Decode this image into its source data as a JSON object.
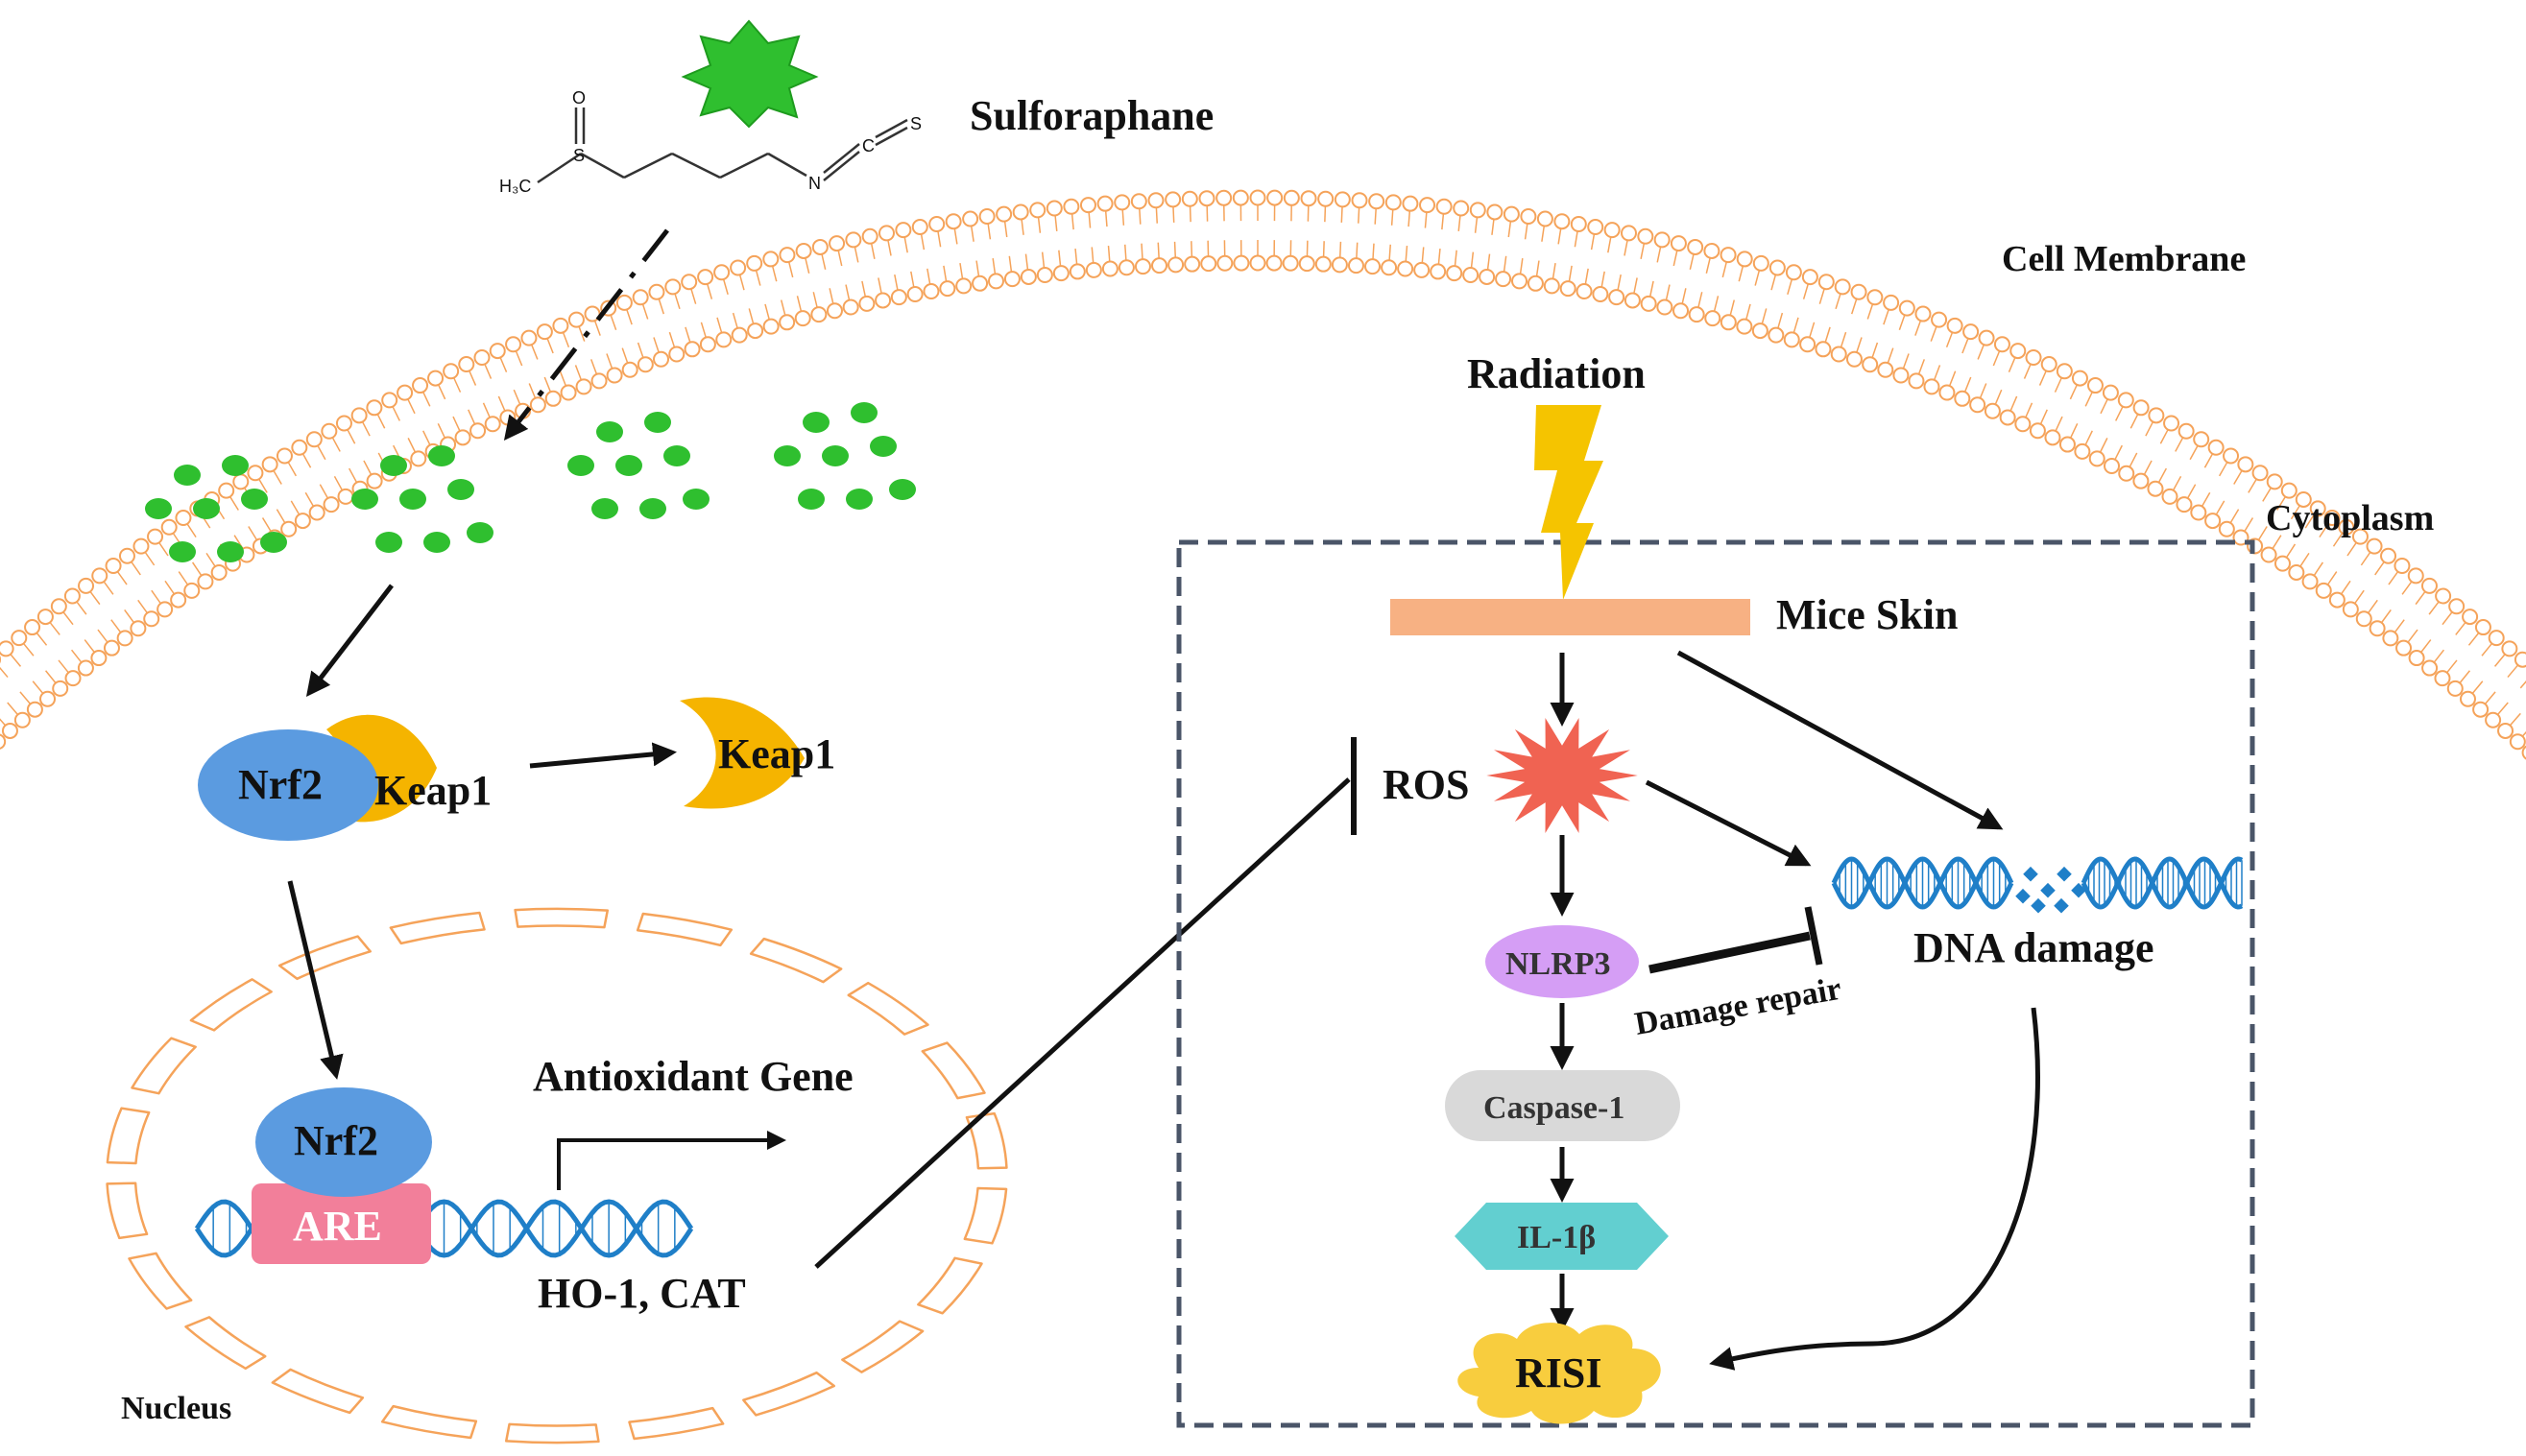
{
  "labels": {
    "sulforaphane": "Sulforaphane",
    "cell_membrane": "Cell Membrane",
    "cytoplasm": "Cytoplasm",
    "radiation": "Radiation",
    "mice_skin": "Mice Skin",
    "nrf2": "Nrf2",
    "keap1": "Keap1",
    "keap1_free": "Keap1",
    "nrf2_nucleus": "Nrf2",
    "are": "ARE",
    "antioxidant_gene": "Antioxidant Gene",
    "ho1_cat": "HO-1, CAT",
    "nucleus": "Nucleus",
    "ros": "ROS",
    "nlrp3": "NLRP3",
    "damage_repair": "Damage repair",
    "dna_damage": "DNA damage",
    "caspase1": "Caspase-1",
    "il1b": "IL-1β",
    "risi": "RISI"
  },
  "molecule": {
    "o": "O",
    "s": "S",
    "h3c": "H₃C",
    "n": "N",
    "c": "C",
    "s2": "S"
  },
  "colors": {
    "green": "#2fbf2f",
    "membrane": "#f5a35a",
    "nrf2": "#5b9be0",
    "keap1": "#f5b400",
    "are": "#f27f9a",
    "dna": "#1f7fc8",
    "skin": "#f7b183",
    "ros": "#f06352",
    "nlrp3": "#d59ef5",
    "caspase": "#d9d9d9",
    "il1b": "#62cfd0",
    "risi": "#f8cd3e",
    "lightning": "#f5c400",
    "box_border": "#4a5568"
  }
}
